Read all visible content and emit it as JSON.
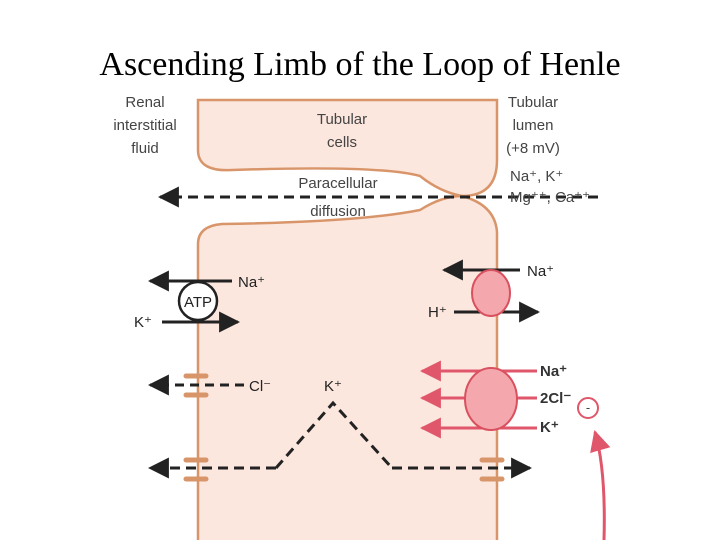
{
  "title": "Ascending Limb of the Loop of Henle",
  "labels": {
    "interstitial": [
      "Renal",
      "interstitial",
      "fluid"
    ],
    "tubular_cells": [
      "Tubular",
      "cells"
    ],
    "lumen": [
      "Tubular",
      "lumen",
      "(+8 mV)"
    ],
    "lumen_ions": [
      "Na⁺, K⁺",
      "Mg⁺⁺, Ca⁺⁺"
    ],
    "paracellular": [
      "Paracellular",
      "diffusion"
    ],
    "pump_na": "Na⁺",
    "pump_atp": "ATP",
    "pump_k": "K⁺",
    "antiport_na": "Na⁺",
    "antiport_h": "H⁺",
    "cl_channel": "Cl⁻",
    "k_channel": "K⁺",
    "nkcc_na": "Na⁺",
    "nkcc_cl": "2Cl⁻",
    "nkcc_k": "K⁺",
    "negative_sign": "-"
  },
  "colors": {
    "cell_fill": "#fce7de",
    "transporter_fill": "#f4a7ad",
    "transporter_stroke": "#d9505f",
    "red_arrow": "#e0566a",
    "channel": "#d9956a",
    "black": "#222222"
  }
}
